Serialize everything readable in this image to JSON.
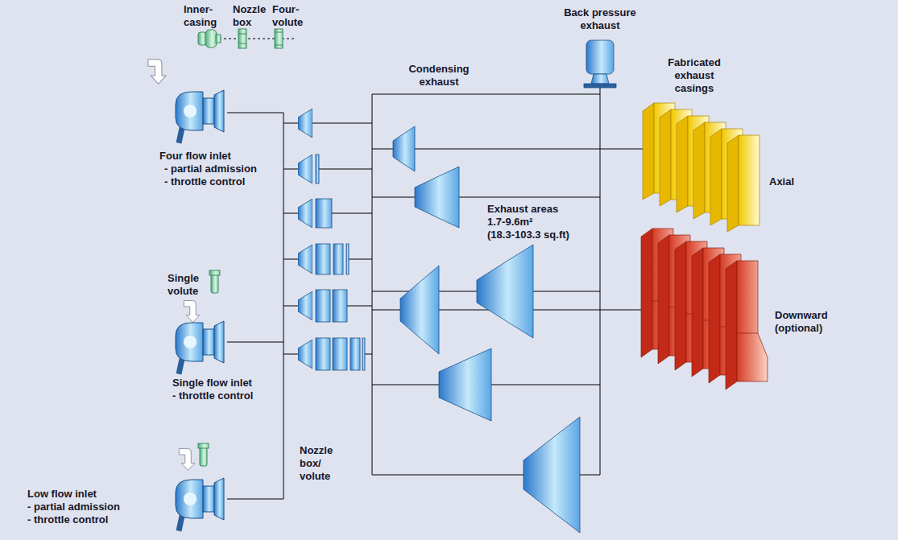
{
  "diagram": {
    "labels": [
      "Inner- casing",
      "Nozzle box",
      "Four- volute",
      "Back pressure exhaust",
      "Condensing exhaust",
      "Fabricated exhaust casings",
      "Axial",
      "Exhaust areas",
      "1.7-9.6m²",
      "(18.3-103.3 sq.ft)",
      "Downward (optional)",
      "Four flow inlet",
      "- partial admission",
      "- throttle control",
      "Single volute",
      "Single flow inlet",
      "- throttle control",
      "Low flow inlet",
      "- partial admission",
      "- throttle control",
      "Nozzle box/ volute"
    ]
  }
}
